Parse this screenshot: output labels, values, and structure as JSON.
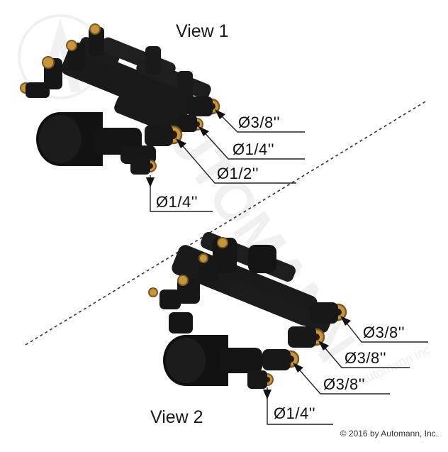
{
  "views": {
    "top_title": "View 1",
    "bottom_title": "View 2"
  },
  "view1_callouts": [
    "Ø3/8''",
    "Ø1/4''",
    "Ø1/2''",
    "Ø1/4''"
  ],
  "view2_callouts": [
    "Ø3/8''",
    "Ø3/8''",
    "Ø3/8''",
    "Ø1/4''"
  ],
  "watermark": {
    "text": "AUTOMANN",
    "sub": "automann inc"
  },
  "copyright": "© 2016 by Automann, Inc.",
  "colors": {
    "body": "#141414",
    "brass": "#c8953a",
    "watermark": "#d9d9d9",
    "line": "#222222"
  }
}
